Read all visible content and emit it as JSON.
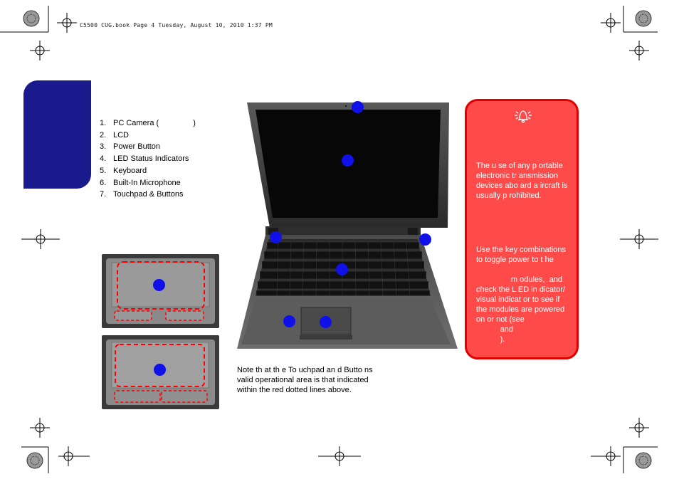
{
  "header": {
    "file_info": "C5500 CUG.book  Page 4  Tuesday, August 10, 2010  1:37 PM"
  },
  "features": [
    {
      "num": "1.",
      "label": "PC Camera (",
      "trail": ")"
    },
    {
      "num": "2.",
      "label": "LCD",
      "trail": ""
    },
    {
      "num": "3.",
      "label": "Power Button",
      "trail": ""
    },
    {
      "num": "4.",
      "label": "LED Status Indicators",
      "trail": ""
    },
    {
      "num": "5.",
      "label": "Keyboard",
      "trail": ""
    },
    {
      "num": "6.",
      "label": "Built-In Microphone",
      "trail": ""
    },
    {
      "num": "7.",
      "label": "Touchpad & Buttons",
      "trail": ""
    }
  ],
  "note": {
    "line1": "Note th at th e To uchpad an d Butto ns",
    "line2": "valid operational area is that indicated",
    "line3": "within the red dotted lines above."
  },
  "warning": {
    "icon": "alarm-bell-icon",
    "p1": [
      "The u se of   any p ortable",
      "electronic tr     ansmission",
      "devices abo ard a ircraft is",
      "usually p rohibited."
    ],
    "p2": [
      "Use the key combinations",
      "to  toggle power   to t    he",
      "",
      "                m odules,  and",
      "check the L  ED in dicator/",
      "visual indicat or  to see  if",
      "the modules are powered",
      "on or not (see",
      "           and",
      "           )."
    ]
  },
  "colors": {
    "tab": "#1a1a8c",
    "warning_bg": "#ff4a4a",
    "warning_border": "#e00000",
    "marker": "#1010e8",
    "dash": "#ff0000"
  }
}
